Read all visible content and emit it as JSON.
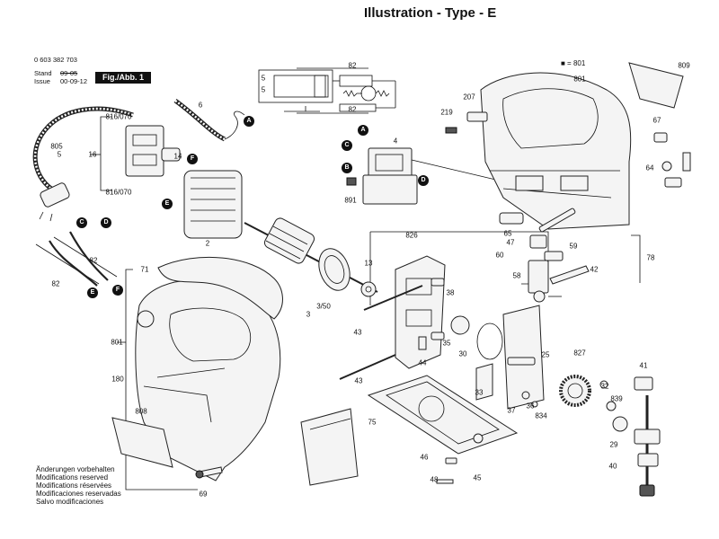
{
  "header": {
    "title": "Illustration - Type - E",
    "part_number": "0 603 382 703",
    "stand_label": "Stand",
    "stand_value": "09-05",
    "issue_label": "Issue",
    "issue_value": "00-09-12",
    "figure_label": "Fig./Abb. 1",
    "legend": "■ = 801"
  },
  "disclaimer": [
    "Änderungen vorbehalten",
    "Modifications reserved",
    "Modifications réservées",
    "Modificaciones reservadas",
    "Salvo modificaciones"
  ],
  "callouts": {
    "c809": "809",
    "c801a": "801",
    "c207": "207",
    "c219": "219",
    "c67": "67",
    "c64": "64",
    "c82a": "82",
    "c5a": "5",
    "c5b": "5",
    "c82b": "82",
    "c816a": "816/070",
    "c816b": "816/070",
    "c16": "16",
    "c6": "6",
    "c14": "14",
    "c805": "805",
    "c5c": "5",
    "c4": "4",
    "c891": "891",
    "c2": "2",
    "c82c": "82",
    "c82d": "82",
    "c65": "65",
    "c47": "47",
    "c59": "59",
    "c60": "60",
    "c58": "58",
    "c42": "42",
    "c78": "78",
    "c826": "826",
    "c13": "13",
    "c38": "38",
    "c71": "71",
    "c3": "3",
    "c350": "3/50",
    "c43a": "43",
    "c30": "30",
    "c35": "35",
    "c25": "25",
    "c801b": "801",
    "c44": "44",
    "c827": "827",
    "c41": "41",
    "c43b": "43",
    "c33": "33",
    "c180": "180",
    "c32": "32",
    "c839": "839",
    "c36": "36",
    "c834": "834",
    "c37": "37",
    "c808": "808",
    "c75": "75",
    "c29": "29",
    "c46": "46",
    "c48": "48",
    "c45": "45",
    "c40": "40",
    "c69": "69"
  },
  "markers": {
    "a1": "A",
    "f1": "F",
    "e1": "E",
    "a2": "A",
    "c1": "C",
    "b1": "B",
    "d1": "D",
    "c2": "C",
    "d2": "D",
    "e2": "E",
    "f2": "F"
  }
}
